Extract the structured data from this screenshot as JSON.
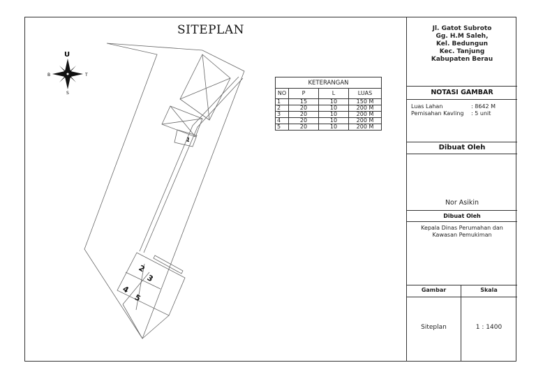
{
  "title": "SITEPLAN",
  "compass": {
    "north": "U",
    "west": "B",
    "east": "T",
    "south": "S"
  },
  "keterangan": {
    "caption": "KETERANGAN",
    "headers": [
      "NO",
      "P",
      "L",
      "LUAS"
    ],
    "rows": [
      [
        "1",
        "15",
        "10",
        "150 M"
      ],
      [
        "2",
        "20",
        "10",
        "200 M"
      ],
      [
        "3",
        "20",
        "10",
        "200 M"
      ],
      [
        "4",
        "20",
        "10",
        "200 M"
      ],
      [
        "5",
        "20",
        "10",
        "200 M"
      ]
    ]
  },
  "lots": [
    "1",
    "2",
    "3",
    "4",
    "5"
  ],
  "address": {
    "line1": "Jl. Gatot Subroto",
    "line2": "Gg. H.M Saleh,",
    "line3": "Kel. Bedungun",
    "line4": "Kec. Tanjung",
    "line5": "Kabupaten Berau"
  },
  "notasi": {
    "heading": "NOTASI GAMBAR",
    "luas_label": "Luas Lahan",
    "luas_value": ": 8642 M",
    "kavling_label": "Pemisahan Kavling",
    "kavling_value": ": 5 unit"
  },
  "dibuat": {
    "heading": "Dibuat Oleh",
    "name": "Nor Asikin"
  },
  "disetujui": {
    "heading": "Dibuat Oleh",
    "line1": "Kepala Dinas Perumahan dan",
    "line2": "Kawasan Pemukiman"
  },
  "footer": {
    "gambar_label": "Gambar",
    "skala_label": "Skala",
    "gambar_value": "Siteplan",
    "skala_value": "1 : 1400"
  }
}
